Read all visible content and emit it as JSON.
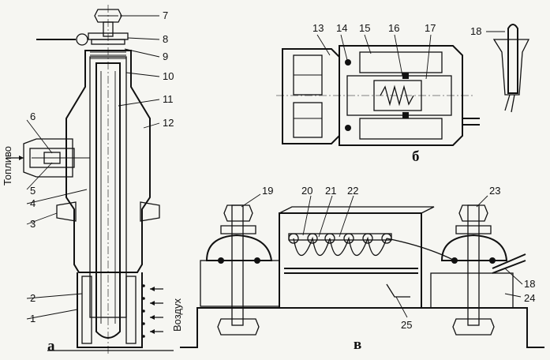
{
  "part_labels": {
    "n1": "1",
    "n2": "2",
    "n3": "3",
    "n4": "4",
    "n5": "5",
    "n6": "6",
    "n7": "7",
    "n8": "8",
    "n9": "9",
    "n10": "10",
    "n11": "11",
    "n12": "12",
    "n13": "13",
    "n14": "14",
    "n15": "15",
    "n16": "16",
    "n17": "17",
    "n18a": "18",
    "n18b": "18",
    "n19": "19",
    "n20": "20",
    "n21": "21",
    "n22": "22",
    "n23": "23",
    "n24": "24",
    "n25": "25"
  },
  "flow_labels": {
    "fuel": "Топливо",
    "air": "Воздух"
  },
  "view_labels": {
    "a": "а",
    "b": "б",
    "v": "в"
  },
  "colors": {
    "ink": "#111111",
    "paper": "#f6f6f2"
  }
}
